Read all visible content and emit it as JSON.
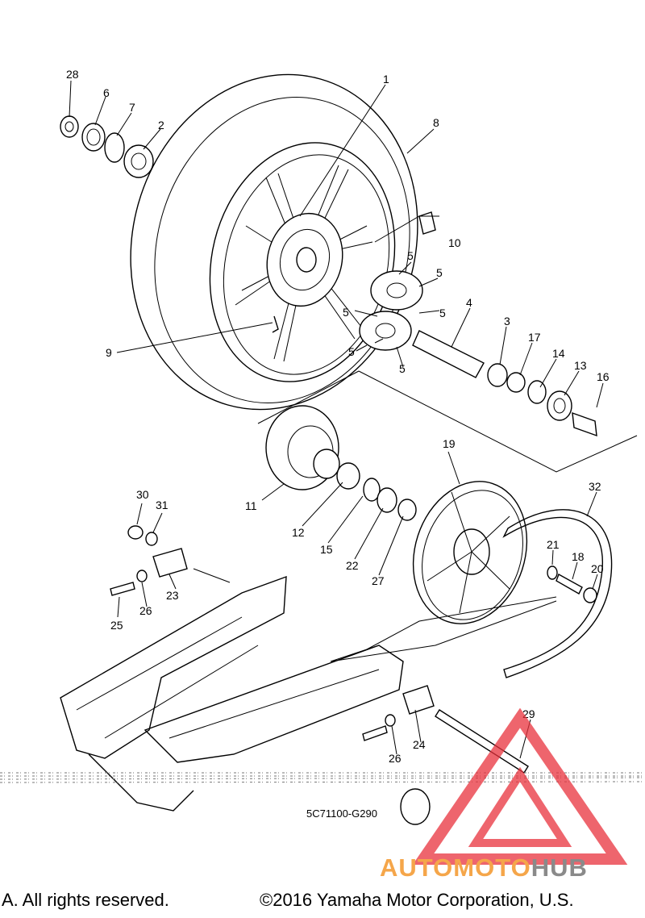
{
  "diagram": {
    "code": "5C71100-G290",
    "callouts": [
      "28",
      "6",
      "7",
      "2",
      "1",
      "8",
      "10",
      "5",
      "5",
      "5",
      "5",
      "5",
      "5",
      "4",
      "3",
      "17",
      "14",
      "13",
      "16",
      "9",
      "19",
      "11",
      "12",
      "15",
      "22",
      "27",
      "30",
      "31",
      "23",
      "25",
      "26",
      "32",
      "21",
      "18",
      "20",
      "29",
      "24",
      "26"
    ]
  },
  "footer": {
    "left_text": "A. All rights reserved.",
    "right_text": "©2016 Yamaha Motor Corporation, U.S."
  },
  "watermark": {
    "part1": "AUTOMOTO",
    "part2": "HUB",
    "colors": {
      "triangle": "#e8323c",
      "text_orange": "#f5a64a",
      "text_grey": "#8a8a8a"
    }
  }
}
